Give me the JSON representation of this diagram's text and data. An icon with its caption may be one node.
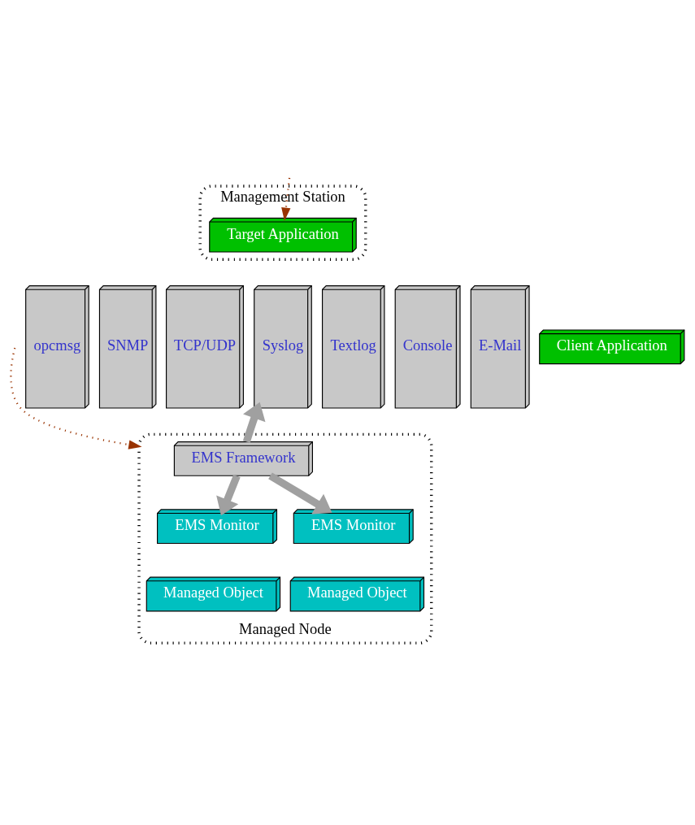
{
  "diagram": {
    "nodes": [
      {
        "text": [
          "Management Station"
        ]
      },
      {
        "text": [
          "Target Application"
        ],
        "in": 0
      },
      {
        "text": [
          "opcmsg"
        ]
      },
      {
        "text": [
          "SNMP"
        ]
      },
      {
        "text": [
          "TCP/UDP"
        ]
      },
      {
        "text": [
          "Syslog"
        ]
      },
      {
        "text": [
          "Textlog"
        ]
      },
      {
        "text": [
          "Console"
        ]
      },
      {
        "text": [
          "E-Mail"
        ]
      },
      {
        "text": [
          "Client Application"
        ]
      },
      {
        "text": [
          "Managed Node"
        ]
      },
      {
        "text": [
          "EMS Framework"
        ],
        "in": 10
      },
      {
        "text": [
          "EMS Monitor"
        ],
        "in": 10
      },
      {
        "text": [
          "Managed Object"
        ],
        "in": 10
      },
      {
        "text": [
          "EMS Monitor"
        ],
        "in": 10
      },
      {
        "text": [
          "Managed Object"
        ],
        "in": 10
      }
    ],
    "edges": [
      {
        "from": null,
        "to": 1,
        "arrow": "to",
        "style": "dashed",
        "color": "#993300"
      },
      {
        "from": null,
        "to": 10,
        "arrow": "to",
        "style": "dashed",
        "color": "#993300"
      },
      {
        "from": 11,
        "to": 5,
        "arrow": "to"
      },
      {
        "from": 11,
        "to": 12,
        "arrow": "to"
      },
      {
        "from": 11,
        "to": 14,
        "arrow": "to"
      }
    ]
  }
}
